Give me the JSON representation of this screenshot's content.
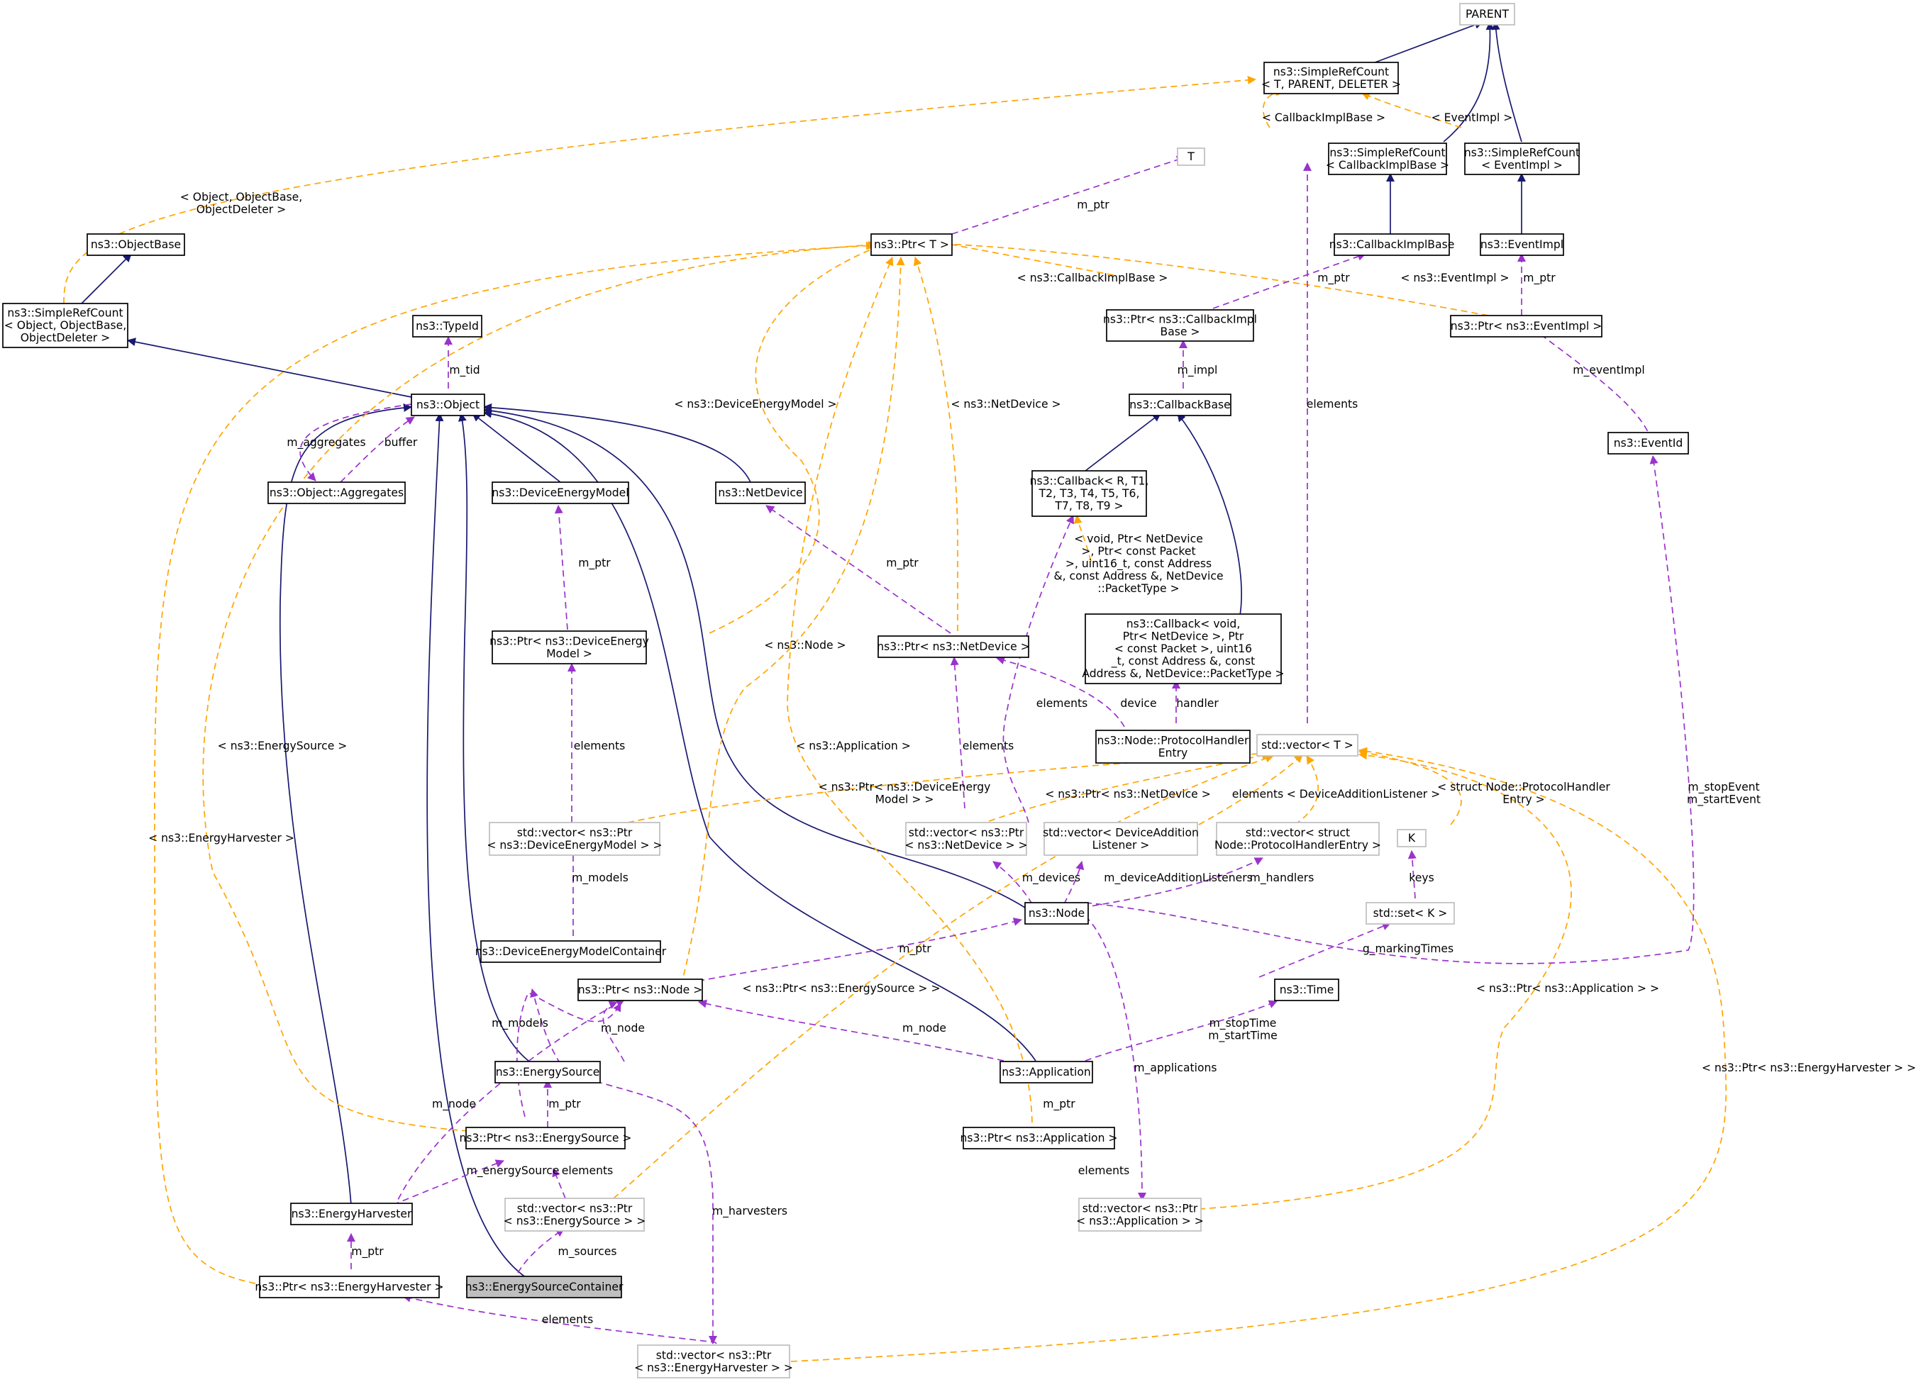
{
  "diagram": {
    "nodes": {
      "parent": {
        "lines": [
          "PARENT"
        ],
        "ext": true
      },
      "src_tpd": {
        "lines": [
          "ns3::SimpleRefCount",
          "< T, PARENT, DELETER >"
        ]
      },
      "src_cib": {
        "lines": [
          "ns3::SimpleRefCount",
          "< CallbackImplBase >"
        ]
      },
      "src_ei": {
        "lines": [
          "ns3::SimpleRefCount",
          "< EventImpl >"
        ]
      },
      "t": {
        "lines": [
          "T"
        ],
        "ext": true
      },
      "ptr_t": {
        "lines": [
          "ns3::Ptr< T >"
        ]
      },
      "cib": {
        "lines": [
          "ns3::CallbackImplBase"
        ]
      },
      "eimpl": {
        "lines": [
          "ns3::EventImpl"
        ]
      },
      "objbase": {
        "lines": [
          "ns3::ObjectBase"
        ]
      },
      "src_obj": {
        "lines": [
          "ns3::SimpleRefCount",
          "< Object, ObjectBase,",
          "ObjectDeleter >"
        ]
      },
      "typeid": {
        "lines": [
          "ns3::TypeId"
        ]
      },
      "ptr_cib": {
        "lines": [
          "ns3::Ptr< ns3::CallbackImpl",
          "Base >"
        ]
      },
      "ptr_ei": {
        "lines": [
          "ns3::Ptr< ns3::EventImpl >"
        ]
      },
      "object": {
        "lines": [
          "ns3::Object"
        ]
      },
      "cbbase": {
        "lines": [
          "ns3::CallbackBase"
        ]
      },
      "eventid": {
        "lines": [
          "ns3::EventId"
        ]
      },
      "callback_t": {
        "lines": [
          "ns3::Callback< R, T1,",
          "T2, T3, T4, T5, T6,",
          "T7, T8, T9 >"
        ]
      },
      "aggregates": {
        "lines": [
          "ns3::Object::Aggregates"
        ]
      },
      "dem": {
        "lines": [
          "ns3::DeviceEnergyModel"
        ]
      },
      "netdev": {
        "lines": [
          "ns3::NetDevice"
        ]
      },
      "ptr_dem": {
        "lines": [
          "ns3::Ptr< ns3::DeviceEnergy",
          "Model >"
        ]
      },
      "ptr_nd": {
        "lines": [
          "ns3::Ptr< ns3::NetDevice >"
        ]
      },
      "callback_inst": {
        "lines": [
          "ns3::Callback< void,",
          "Ptr< NetDevice >, Ptr",
          "< const Packet >, uint16",
          "_t, const Address &, const",
          "Address &, NetDevice::PacketType >"
        ]
      },
      "phe": {
        "lines": [
          "ns3::Node::ProtocolHandler",
          "Entry"
        ]
      },
      "vec_t": {
        "lines": [
          "std::vector< T >"
        ],
        "ext": true
      },
      "vec_pdem": {
        "lines": [
          "std::vector< ns3::Ptr",
          "< ns3::DeviceEnergyModel > >"
        ],
        "ext": true
      },
      "vec_pnd": {
        "lines": [
          "std::vector< ns3::Ptr",
          "< ns3::NetDevice > >"
        ],
        "ext": true
      },
      "vec_dal": {
        "lines": [
          "std::vector< DeviceAddition",
          "Listener >"
        ],
        "ext": true
      },
      "vec_phe": {
        "lines": [
          "std::vector< struct",
          "Node::ProtocolHandlerEntry >"
        ],
        "ext": true
      },
      "k": {
        "lines": [
          "K"
        ],
        "ext": true
      },
      "set_k": {
        "lines": [
          "std::set< K >"
        ],
        "ext": true
      },
      "node": {
        "lines": [
          "ns3::Node"
        ]
      },
      "demc": {
        "lines": [
          "ns3::DeviceEnergyModelContainer"
        ]
      },
      "ptr_node": {
        "lines": [
          "ns3::Ptr< ns3::Node >"
        ]
      },
      "time": {
        "lines": [
          "ns3::Time"
        ]
      },
      "es": {
        "lines": [
          "ns3::EnergySource"
        ]
      },
      "app": {
        "lines": [
          "ns3::Application"
        ]
      },
      "ptr_es": {
        "lines": [
          "ns3::Ptr< ns3::EnergySource >"
        ]
      },
      "ptr_app": {
        "lines": [
          "ns3::Ptr< ns3::Application >"
        ]
      },
      "eh": {
        "lines": [
          "ns3::EnergyHarvester"
        ]
      },
      "vec_pes": {
        "lines": [
          "std::vector< ns3::Ptr",
          "< ns3::EnergySource > >"
        ],
        "ext": true
      },
      "vec_papp": {
        "lines": [
          "std::vector< ns3::Ptr",
          "< ns3::Application > >"
        ],
        "ext": true
      },
      "ptr_eh": {
        "lines": [
          "ns3::Ptr< ns3::EnergyHarvester >"
        ]
      },
      "esc": {
        "lines": [
          "ns3::EnergySourceContainer"
        ],
        "selected": true
      },
      "vec_peh": {
        "lines": [
          "std::vector< ns3::Ptr",
          "< ns3::EnergyHarvester > >"
        ],
        "ext": true
      }
    },
    "edge_labels": {
      "tpl_object_objbase": [
        "< Object, ObjectBase,",
        "ObjectDeleter >"
      ],
      "tpl_callbackimplbase": [
        "< CallbackImplBase >"
      ],
      "tpl_eventimpl": [
        "< EventImpl >"
      ],
      "m_ptr": [
        "m_ptr"
      ],
      "tpl_ptr_cib": [
        "< ns3::CallbackImplBase >"
      ],
      "tpl_ptr_ei": [
        "< ns3::EventImpl >"
      ],
      "m_tid": [
        "m_tid"
      ],
      "m_impl": [
        "m_impl"
      ],
      "m_eventimpl": [
        "m_eventImpl"
      ],
      "elements": [
        "elements"
      ],
      "tpl_dem": [
        "< ns3::DeviceEnergyModel >"
      ],
      "tpl_nd": [
        "< ns3::NetDevice >"
      ],
      "m_aggregates": [
        "m_aggregates"
      ],
      "buffer": [
        "buffer"
      ],
      "tpl_cb_void": [
        "< void, Ptr< NetDevice",
        ">, Ptr< const Packet",
        ">, uint16_t, const Address",
        "&, const Address &, NetDevice",
        "::PacketType >"
      ],
      "tpl_node": [
        "< ns3::Node >"
      ],
      "device": [
        "device"
      ],
      "handler": [
        "handler"
      ],
      "tpl_es": [
        "< ns3::EnergySource >"
      ],
      "tpl_app": [
        "< ns3::Application >"
      ],
      "tpl_ptr_dem": [
        "< ns3::Ptr< ns3::DeviceEnergy",
        "Model > >"
      ],
      "tpl_ptr_nd": [
        "< ns3::Ptr< ns3::NetDevice >"
      ],
      "tpl_dal": [
        "< DeviceAdditionListener >"
      ],
      "tpl_phe": [
        "< struct Node::ProtocolHandler",
        "Entry >"
      ],
      "m_stopevent": [
        "m_stopEvent",
        "m_startEvent"
      ],
      "tpl_eh": [
        "< ns3::EnergyHarvester >"
      ],
      "m_models": [
        "m_models"
      ],
      "m_devices": [
        "m_devices"
      ],
      "m_dal": [
        "m_deviceAdditionListeners"
      ],
      "m_handlers": [
        "m_handlers"
      ],
      "keys": [
        "keys"
      ],
      "g_marking": [
        "g_markingTimes"
      ],
      "tpl_ptr_es": [
        "< ns3::Ptr< ns3::EnergySource > >"
      ],
      "tpl_ptr_app": [
        "< ns3::Ptr< ns3::Application > >"
      ],
      "m_node": [
        "m_node"
      ],
      "m_time": [
        "m_stopTime",
        "m_startTime"
      ],
      "m_applications": [
        "m_applications"
      ],
      "tpl_ptr_eh": [
        "< ns3::Ptr< ns3::EnergyHarvester > >"
      ],
      "m_energysource": [
        "m_energySource"
      ],
      "m_harvesters": [
        "m_harvesters"
      ],
      "m_sources": [
        "m_sources"
      ]
    }
  }
}
